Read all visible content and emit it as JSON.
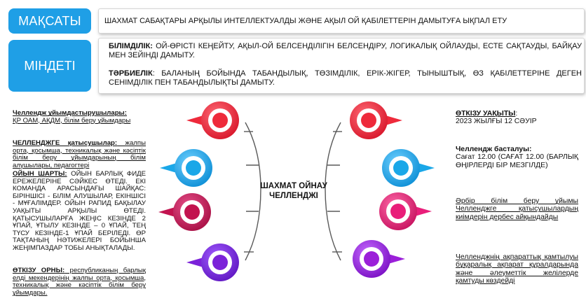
{
  "goal": {
    "tag": "МАҚСАТЫ",
    "text": "ШАХМАТ САБАҚТАРЫ АРҚЫЛЫ ИНТЕЛЛЕКТУАЛДЫ ЖӘНЕ АҚЫЛ ОЙ ҚАБІЛЕТТЕРІН ДАМЫТУҒА ЫҚПАЛ ЕТУ"
  },
  "tasks": {
    "tag": "МІНДЕТІ",
    "education_label": "БІЛІМДІЛІК:",
    "education_text": " ОЙ-ӨРІСТІ КЕҢЕЙТУ, АҚЫЛ-ОЙ БЕЛСЕНДІЛІГІН БЕЛСЕНДІРУ, ЛОГИКАЛЫҚ ОЙЛАУДЫ, ЕСТЕ САҚТАУДЫ, БАЙҚАУ МЕН ЗЕЙІНДІ ДАМЫТУ.",
    "upbringing_label": "ТӘРБИЕЛІК",
    "upbringing_text": ": БАЛАНЫҢ БОЙЫНДА ТАБАНДЫЛЫҚ, ТӨЗІМДІЛІК, ЕРІК-ЖІГЕР, ТЫНЫШТЫҚ, ӨЗ ҚАБІЛЕТТЕРІНЕ ДЕГЕН СЕНІМДІЛІК ПЕН ТАБАНДЫЛЫҚТЫ ДАМЫТУ."
  },
  "center_title": "ШАХМАТ ОЙНАУ ЧЕЛЛЕНДЖІ",
  "left": {
    "organizers_label": "Челлендж ұйымдастырушылары:",
    "organizers_text": "ҚР ОАМ,  АҚДМ, білім беру ұйымдары",
    "participants_label": "ЧЕЛЛЕНДЖГЕ қатысушылар:",
    "participants_text": " жалпы орта, қосымша, техникалық және кәсіптік білім беру ұйымдарының білім алушылары, педагогтері",
    "rules_label": "ОЙЫН ШАРТЫ:",
    "rules_text": " ОЙЫН БАРЛЫҚ ФИДЕ ЕРЕЖЕЛЕРІНЕ СӘЙКЕС ӨТЕДІ. ЕКІ КОМАНДА АРАСЫНДАҒЫ ШАЙҚАС: БІРІНШІСІ - БІЛІМ АЛУШЫЛАР, ЕКІНШІСІ - МҰҒАЛІМДЕР. ОЙЫН РАПИД БАҚЫЛАУ УАҚЫТЫ АРҚЫЛЫ ӨТЕДІ. ҚАТЫСУШЫЛАРҒА ЖЕҢІС КЕЗІНДЕ 2 ҰПАЙ, ҰТЫЛУ КЕЗІНДЕ – 0 ҰПАЙ, ТЕҢ ТҮСУ КЕЗІНДЕ-1 ҰПАЙ БЕРІЛЕДІ. ӨР ТАҚТАНЫҢ НӘТИЖЕЛЕРІ БОЙЫНША ЖЕҢІМПАЗДАР ТОБЫ АНЫҚТАЛАДЫ.",
    "venue_label": "ӨТКІЗУ ОРНЫ:",
    "venue_text": " республиканың барлық елді мекендерінің жалпы орта, қосымша, техникалық және кәсіптік білім беру ұйымдары."
  },
  "right": {
    "time_label": "ӨТКІЗУ УАҚЫТЫ",
    "time_colon": ":",
    "time_value": "2023 ЖЫЛҒЫ 12 СӘУІР",
    "start_label": "Челлендж басталуы:",
    "start_text": "Сағат 12.00 (САҒАТ 12.00 (БАРЛЫҚ ӨҢІРЛЕРДІ БІР МЕЗГІЛДЕ)",
    "photos_text": "Әрбір білім беру ұйымы Челленджге қатысушылардың киімдерін дербес айқындайды",
    "media_text": "Челленджнің ақпараттық қамтылуы бұқаралық ақпарат құралдарында және әлеуметтік желілерде қамтуды көздейді"
  },
  "colors": {
    "accent": "#1f9fe6",
    "red": "#ee2a3b",
    "blue": "#1aa7e8",
    "crimson": "#c2134f",
    "purple": "#7b22d9",
    "pink": "#e91e7a",
    "violet": "#9b1fd9",
    "connector": "#5a5a5a"
  },
  "icons": [
    "circle-arrow-icon"
  ]
}
